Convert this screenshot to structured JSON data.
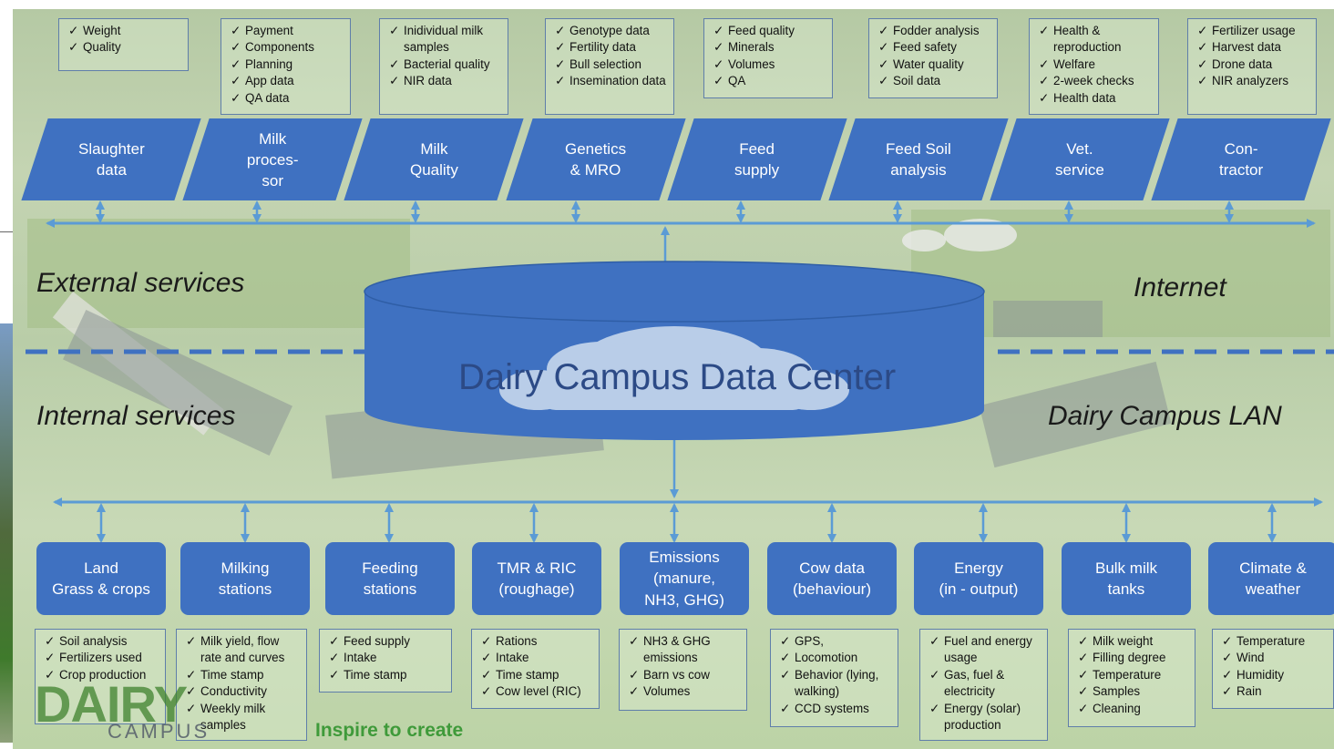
{
  "external_services": {
    "label": "External services",
    "items": [
      {
        "title": "Slaughter\ndata",
        "details": [
          "Weight",
          "Quality"
        ]
      },
      {
        "title": "Milk\nproces-\nsor",
        "details": [
          "Payment",
          "Components",
          "Planning",
          "App data",
          "QA data"
        ]
      },
      {
        "title": "Milk\nQuality",
        "details": [
          "Inidividual milk samples",
          "Bacterial quality",
          "NIR data"
        ]
      },
      {
        "title": "Genetics\n& MRO",
        "details": [
          "Genotype data",
          "Fertility data",
          "Bull selection",
          "Insemination data"
        ]
      },
      {
        "title": "Feed\nsupply",
        "details": [
          "Feed quality",
          "Minerals",
          "Volumes",
          "QA"
        ]
      },
      {
        "title": "Feed  Soil\nanalysis",
        "details": [
          "Fodder analysis",
          "Feed safety",
          "Water quality",
          "Soil data"
        ]
      },
      {
        "title": "Vet.\nservice",
        "details": [
          "Health & reproduction",
          "Welfare",
          "2-week checks",
          "Health data"
        ]
      },
      {
        "title": "Con-\ntractor",
        "details": [
          "Fertilizer usage",
          "Harvest data",
          "Drone data",
          "NIR analyzers"
        ]
      }
    ]
  },
  "internet_label": "Internet",
  "data_center": {
    "label": "Dairy Campus Data Center"
  },
  "internal_services": {
    "label": "Internal services",
    "items": [
      {
        "title": "Land\nGrass & crops",
        "details": [
          "Soil analysis",
          "Fertilizers used",
          "Crop production"
        ]
      },
      {
        "title": "Milking\nstations",
        "details": [
          "Milk yield, flow rate and curves",
          "Time stamp",
          "Conductivity",
          "Weekly milk samples"
        ]
      },
      {
        "title": "Feeding\nstations",
        "details": [
          "Feed supply",
          "Intake",
          "Time stamp"
        ]
      },
      {
        "title": "TMR & RIC\n(roughage)",
        "details": [
          "Rations",
          "Intake",
          "Time stamp",
          "Cow level (RIC)"
        ]
      },
      {
        "title": "Emissions\n(manure,\nNH3, GHG)",
        "details": [
          "NH3 & GHG emissions",
          "Barn vs cow",
          "Volumes"
        ]
      },
      {
        "title": "Cow data\n(behaviour)",
        "details": [
          "GPS,",
          "Locomotion",
          "Behavior (lying, walking)",
          "CCD systems"
        ]
      },
      {
        "title": "Energy\n(in - output)",
        "details": [
          "Fuel and energy usage",
          "Gas, fuel & electricity",
          "Energy (solar) production"
        ]
      },
      {
        "title": "Bulk milk\ntanks",
        "details": [
          "Milk weight",
          "Filling degree",
          "Temperature",
          "Samples",
          "Cleaning"
        ]
      },
      {
        "title": "Climate &\nweather",
        "details": [
          "Temperature",
          "Wind",
          "Humidity",
          "Rain"
        ]
      }
    ]
  },
  "lan_label": "Dairy Campus LAN",
  "branding": {
    "logo_text": "DAIRY",
    "logo_sub": "CAMPUS",
    "tagline": "Inspire to create"
  },
  "colors": {
    "shape_blue": "#3f71c1",
    "line_blue": "#5b9bd5",
    "cloud": "#b9cde8",
    "dark_text": "#2c4a86",
    "tagline_green": "#3f9a3a"
  }
}
